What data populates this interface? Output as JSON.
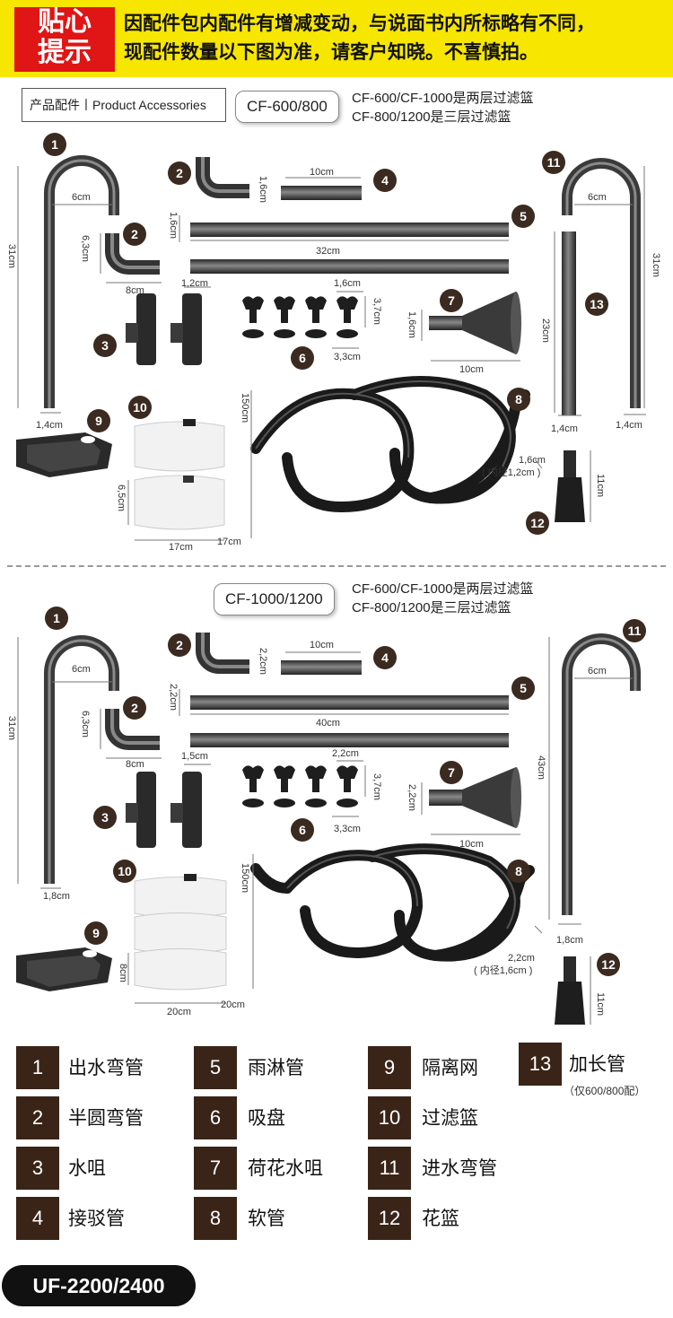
{
  "notice": {
    "badge_line1": "贴心",
    "badge_line2": "提示",
    "line1": "因配件包内配件有增减变动，与说面书内所标略有不同，",
    "line2": "现配件数量以下图为准，请客户知晓。不喜慎拍。"
  },
  "accessories_label": "产品配件丨Product Accessories",
  "section1": {
    "model": "CF-600/800",
    "note1": "CF-600/CF-1000是两层过滤篮",
    "note2": "CF-800/1200是三层过滤篮",
    "dims": {
      "d1_w": "6cm",
      "d1_h": "31cm",
      "d1_d": "1,4cm",
      "d2a_w": "8cm",
      "d2a_h": "6,3cm",
      "d2b_h": "1,6cm",
      "d4_w": "10cm",
      "d5_d": "1,6cm",
      "d5_w": "32cm",
      "d3_w": "1,2cm",
      "d6_w": "1,6cm",
      "d6_h": "3,7cm",
      "d6_b": "3,3cm",
      "d7_h": "1,6cm",
      "d7_w": "10cm",
      "d10_h": "6,5cm",
      "d10_w": "17cm",
      "d10_d": "17cm",
      "d8_len": "150cm",
      "d8_d": "1,6cm",
      "d8_inner": "( 内径1,2cm )",
      "d11_w": "6cm",
      "d11_h": "31cm",
      "d11_d": "1,4cm",
      "d13_h": "23cm",
      "d13_d": "1,4cm",
      "d12_h": "11cm"
    }
  },
  "section2": {
    "model": "CF-1000/1200",
    "note1": "CF-600/CF-1000是两层过滤篮",
    "note2": "CF-800/1200是三层过滤篮",
    "dims": {
      "d1_w": "6cm",
      "d1_h": "31cm",
      "d1_d": "1,8cm",
      "d2a_w": "8cm",
      "d2a_h": "6,3cm",
      "d2b_h": "2,2cm",
      "d4_w": "10cm",
      "d5_d": "2,2cm",
      "d5_w": "40cm",
      "d3_w": "1,5cm",
      "d6_w": "2,2cm",
      "d6_h": "3,7cm",
      "d6_b": "3,3cm",
      "d7_h": "2,2cm",
      "d7_w": "10cm",
      "d10_h": "8cm",
      "d10_w": "20cm",
      "d10_d": "20cm",
      "d8_len": "150cm",
      "d8_d": "2,2cm",
      "d8_inner": "( 内径1,6cm )",
      "d11_w": "6cm",
      "d11_h": "43cm",
      "d11_d": "1,8cm",
      "d12_h": "11cm"
    }
  },
  "numbers": [
    "1",
    "2",
    "3",
    "4",
    "5",
    "6",
    "7",
    "8",
    "9",
    "10",
    "11",
    "12",
    "13"
  ],
  "legend": [
    {
      "num": "1",
      "label": "出水弯管"
    },
    {
      "num": "5",
      "label": "雨淋管"
    },
    {
      "num": "9",
      "label": "隔离网"
    },
    {
      "num": "13",
      "label": "加长管",
      "note": "（仅600/800配）"
    },
    {
      "num": "2",
      "label": "半圆弯管"
    },
    {
      "num": "6",
      "label": "吸盘"
    },
    {
      "num": "10",
      "label": "过滤篮"
    },
    {
      "num": "3",
      "label": "水咀"
    },
    {
      "num": "7",
      "label": "荷花水咀"
    },
    {
      "num": "11",
      "label": "进水弯管"
    },
    {
      "num": "4",
      "label": "接驳管"
    },
    {
      "num": "8",
      "label": "软管"
    },
    {
      "num": "12",
      "label": "花篮"
    }
  ],
  "bottom_model": "UF-2200/2400"
}
